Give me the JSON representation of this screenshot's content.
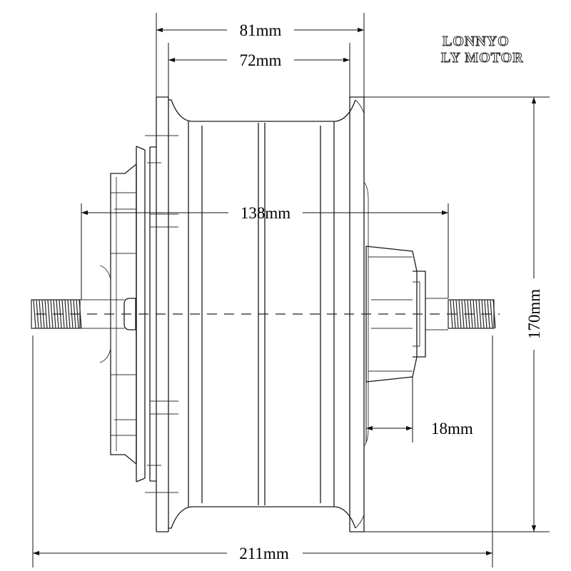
{
  "brand": {
    "line1": "LONNYO",
    "line2": "LY MOTOR"
  },
  "dimensions": {
    "flange_outer": "81mm",
    "flange_inner": "72mm",
    "axle_span": "138mm",
    "diameter": "170mm",
    "disc_offset": "18mm",
    "overall": "211mm"
  },
  "colors": {
    "line": "#1a1a1a",
    "background": "#ffffff"
  }
}
